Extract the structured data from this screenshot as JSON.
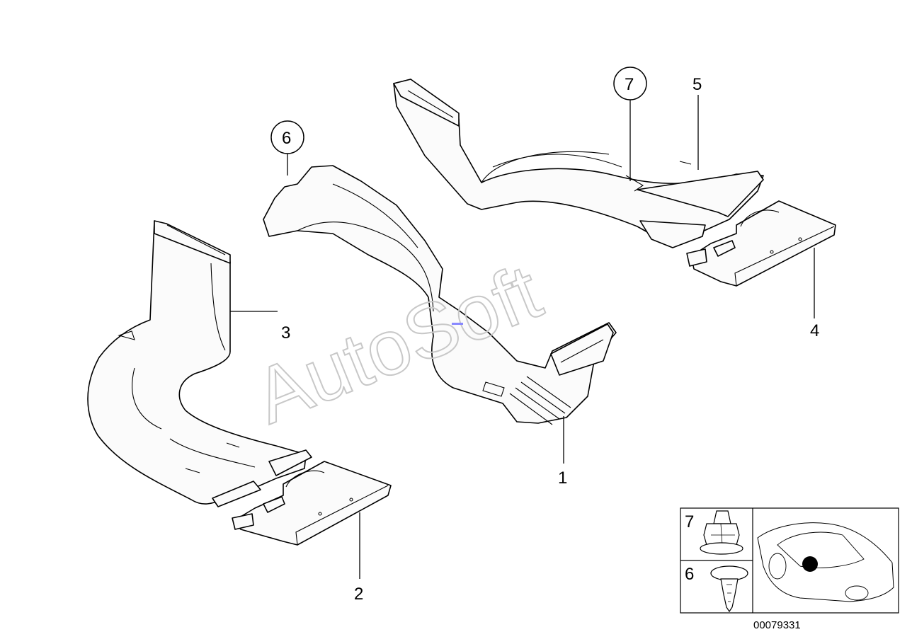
{
  "callouts": {
    "c1": "1",
    "c2": "2",
    "c3": "3",
    "c4": "4",
    "c5": "5",
    "c6": "6",
    "c7": "7"
  },
  "legend": {
    "fastener_7": "7",
    "fastener_6": "6"
  },
  "watermark": "AutoSoft",
  "drawing_number": "00079331"
}
